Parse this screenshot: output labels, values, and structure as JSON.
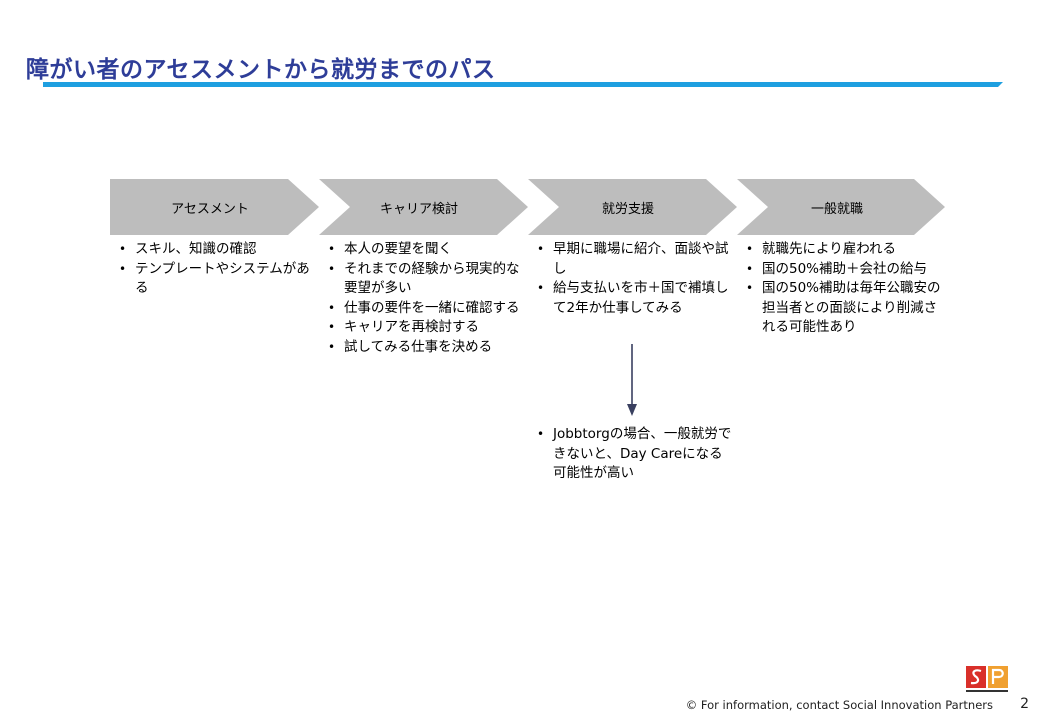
{
  "slide": {
    "title": "障がい者のアセスメントから就労までのパス",
    "accent_color": "#1e9fe0",
    "title_color": "#2e3d98",
    "chevron_color": "#bdbdbd"
  },
  "steps": [
    {
      "label": "アセスメント",
      "bullets": [
        "スキル、知識の確認",
        "テンプレートやシステムがある"
      ]
    },
    {
      "label": "キャリア検討",
      "bullets": [
        "本人の要望を聞く",
        "それまでの経験から現実的な要望が多い",
        "仕事の要件を一緒に確認する",
        "キャリアを再検討する",
        "試してみる仕事を決める"
      ]
    },
    {
      "label": "就労支援",
      "bullets": [
        "早期に職場に紹介、面談や試し",
        "給与支払いを市＋国で補填して2年か仕事してみる"
      ],
      "note_bullets": [
        "Jobbtorgの場合、一般就労できないと、Day Careになる可能性が高い"
      ]
    },
    {
      "label": "一般就職",
      "bullets": [
        "就職先により雇われる",
        "国の50%補助＋会社の給与",
        "国の50%補助は毎年公職安の担当者との面談により削減される可能性あり"
      ]
    }
  ],
  "footer": {
    "copyright": "© For information, contact  Social Innovation Partners",
    "page_number": "2"
  },
  "logo": {
    "icon": "sip-logo-icon",
    "colors": [
      "#d9302a",
      "#f0a030"
    ]
  }
}
